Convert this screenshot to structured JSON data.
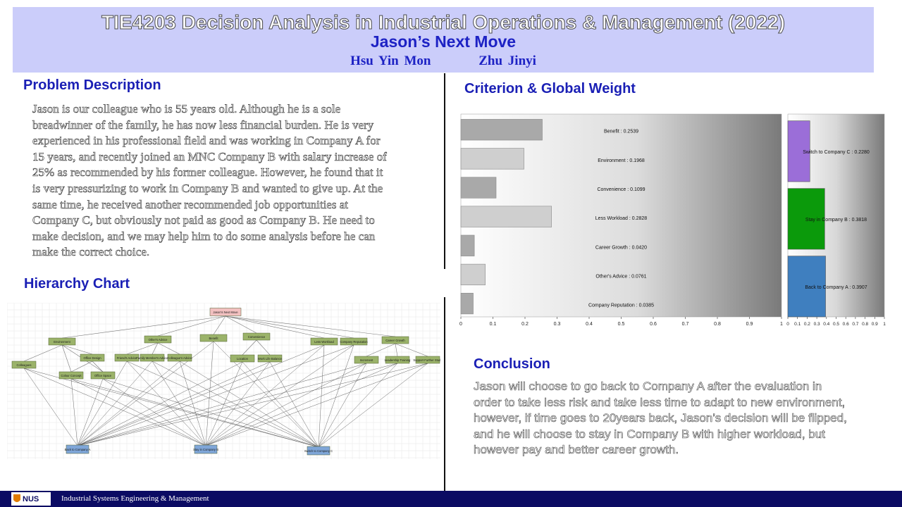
{
  "header": {
    "course_title": "TIE4203 Decision Analysis in Industrial Operations & Management (2022)",
    "poster_title": "Jason’s Next Move",
    "authors": [
      "Hsu Yin Mon",
      "Zhu Jinyi"
    ]
  },
  "problem": {
    "heading": "Problem Description",
    "lines": [
      "Jason is our colleague who is 55 years old. Although he is a sole",
      "breadwinner of the family, he has now less financial  burden. He is very",
      "experienced in his professional field and was working in Company A for",
      "15 years, and recently joined an MNC Company B with salary increase of",
      "25% as recommended by his former colleague. However, he found that it",
      "is very pressurizing to work in Company B and wanted to give up. At the",
      "same time, he received another recommended job opportunities at",
      "Company C, but obviously not paid as good as Company B. He need to",
      "make decision, and we may help him to do some analysis before he can",
      "make the correct choice."
    ]
  },
  "hierarchy": {
    "heading": "Hierarchy Chart",
    "goal": "Jason's Next Move",
    "criteria": [
      "Environment",
      "Other's Advice",
      "Benefit",
      "Convenience",
      "Less Workload",
      "Company Reputation",
      "Career Growth"
    ],
    "subcriteria": [
      "Colleagues",
      "Office Design",
      "Colour Concept",
      "Office Space",
      "Friend's Advice",
      "Family Member's Advice",
      "Colleague's Advice",
      "Location",
      "Work Life Balance",
      "Increment",
      "Leadership Training",
      "Support Further Study"
    ],
    "alternatives": [
      "Back to Company A",
      "Stay in Company B",
      "Switch to Company C"
    ]
  },
  "criterion_weights": {
    "heading": "Criterion  & Global  Weight",
    "chart_data": [
      {
        "type": "bar",
        "orientation": "horizontal",
        "title": "",
        "categories": [
          "Benefit",
          "Environment",
          "Convenience",
          "Less Workload",
          "Career Growth",
          "Other's Advice",
          "Company Reputation"
        ],
        "values": [
          0.2539,
          0.1968,
          0.1099,
          0.2828,
          0.042,
          0.0761,
          0.0385
        ],
        "labels": [
          "Benefit : 0.2539",
          "Environment : 0.1968",
          "Convenience : 0.1099",
          "Less Workload : 0.2828",
          "Career Growth : 0.0420",
          "Other's Advice : 0.0761",
          "Company Reputation : 0.0385"
        ],
        "xlim": [
          0,
          1
        ],
        "ticks": [
          "0",
          "0.1",
          "0.2",
          "0.3",
          "0.4",
          "0.5",
          "0.6",
          "0.7",
          "0.8",
          "0.9",
          "1"
        ],
        "bar_color": "#b0b0b0"
      },
      {
        "type": "bar",
        "orientation": "horizontal",
        "title": "",
        "categories": [
          "Switch to Company C",
          "Stay in Company B",
          "Back to Company A"
        ],
        "values": [
          0.228,
          0.3818,
          0.3907
        ],
        "labels": [
          "Switch to Company C : 0.2280",
          "Stay in Company B : 0.3818",
          "Back to Company A : 0.3907"
        ],
        "colors": [
          "#9b6ed8",
          "#0b9a0b",
          "#3f7fbf"
        ],
        "xlim": [
          0,
          1
        ],
        "ticks": [
          "0",
          "0.1",
          "0.2",
          "0.3",
          "0.4",
          "0.5",
          "0.6",
          "0.7",
          "0.8",
          "0.9",
          "1"
        ]
      }
    ]
  },
  "conclusion": {
    "heading": "Conclusion",
    "lines": [
      "Jason will choose to go back to Company A after the evaluation in",
      "order to take less risk and take less time to adapt to new environment,",
      "however, if time goes to 20years back, Jason’s decision will be flipped,",
      "and he will choose to stay in Company B with higher workload, but",
      "however pay and better career growth."
    ]
  },
  "footer": {
    "logo_text": "NUS",
    "department": "Industrial Systems Engineering & Management"
  },
  "colors": {
    "banner": "#cbcdfa",
    "heading": "#1a1fb5",
    "footer": "#0b0b63",
    "criteria_node": "#9bb36a",
    "goal_node": "#f2c0c0",
    "alternative_node": "#7fa6d8"
  }
}
